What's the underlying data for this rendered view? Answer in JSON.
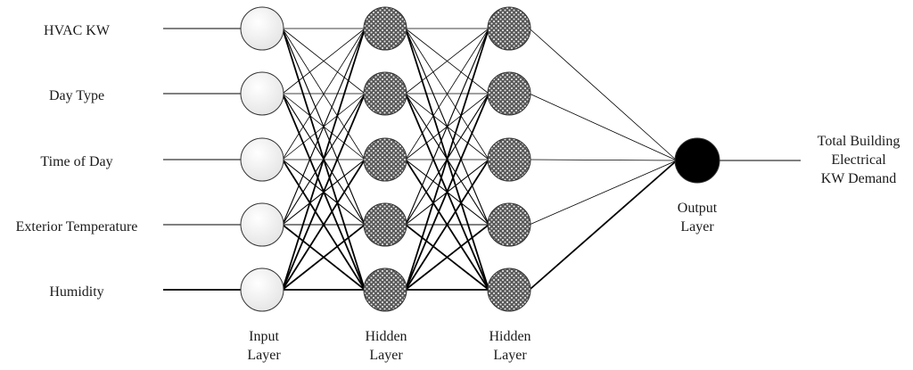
{
  "inputs": [
    "HVAC KW",
    "Day Type",
    "Time of Day",
    "Exterior Temperature",
    "Humidity"
  ],
  "layers": {
    "input": [
      "Input",
      "Layer"
    ],
    "hidden1": [
      "Hidden",
      "Layer"
    ],
    "hidden2": [
      "Hidden",
      "Layer"
    ],
    "output": [
      "Output",
      "Layer"
    ]
  },
  "output_label": [
    "Total Building",
    "Electrical",
    "KW Demand"
  ],
  "colors": {
    "input_node": "#f2f2f2",
    "hidden_node": "#5a5a5a",
    "output_node": "#000000",
    "line": "#000000"
  }
}
